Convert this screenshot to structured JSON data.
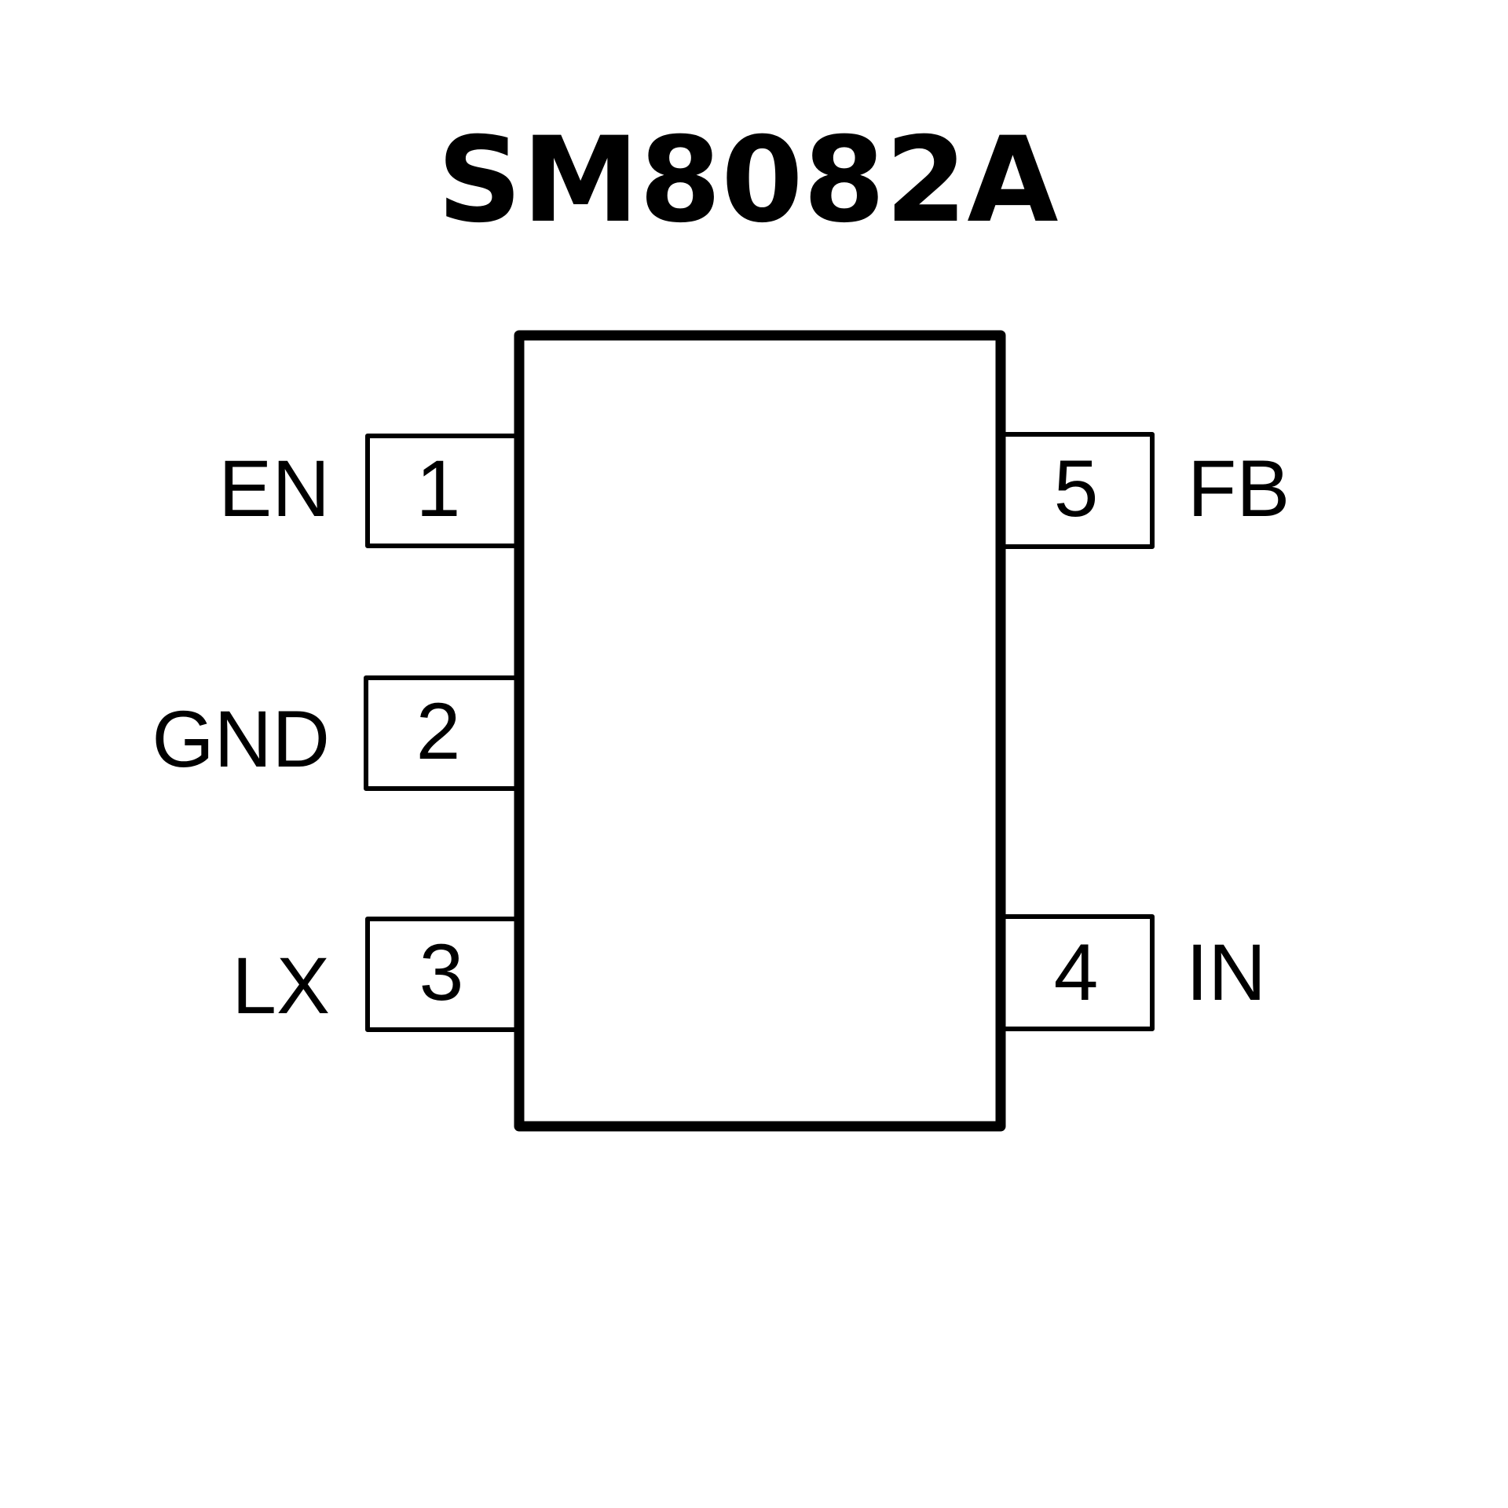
{
  "title": "SM8082A",
  "colors": {
    "stroke": "#000000",
    "background": "#ffffff"
  },
  "pins": [
    {
      "number": "1",
      "name": "EN"
    },
    {
      "number": "2",
      "name": "GND"
    },
    {
      "number": "3",
      "name": "LX"
    },
    {
      "number": "4",
      "name": "IN"
    },
    {
      "number": "5",
      "name": "FB"
    }
  ]
}
